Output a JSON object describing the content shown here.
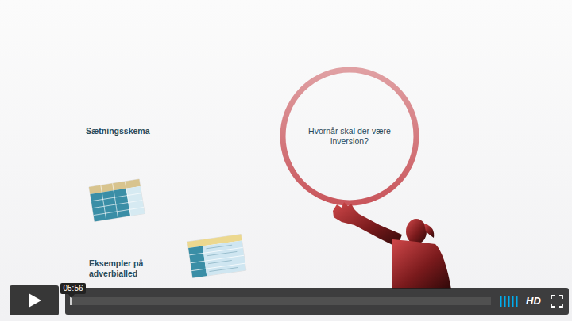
{
  "diagram": {
    "nodes": [
      {
        "text": [
          "Hvornår skal der være inversion?"
        ]
      },
      {
        "text": [
          "05:56"
        ]
      }
    ],
    "labels": [
      "Sætningsskema",
      "Eksempler på adverbialled",
      "HD"
    ]
  }
}
